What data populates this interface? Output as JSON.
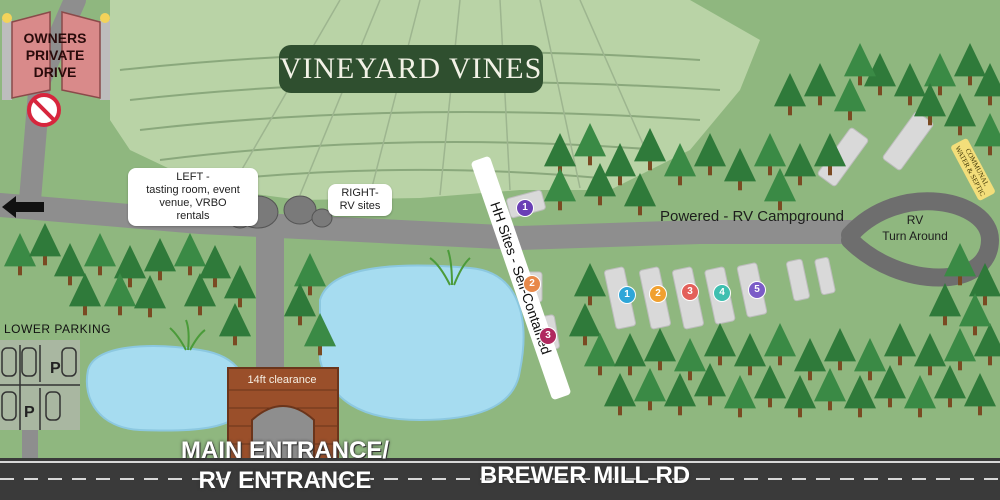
{
  "map": {
    "title": "VINEYARD VINES",
    "owners_sign": [
      "OWNERS",
      "PRIVATE",
      "DRIVE"
    ],
    "left_note": [
      "LEFT -",
      "tasting room, event",
      "venue, VRBO",
      "rentals"
    ],
    "right_note": [
      "RIGHT-",
      "RV sites"
    ],
    "hh_sites": "HH Sites - Self-Contained",
    "campground": "Powered - RV Campground",
    "turn_around": [
      "RV",
      "Turn Around"
    ],
    "communal": [
      "COMMUNAL",
      "WATER & SEPTIC"
    ],
    "lower_parking": "LOWER PARKING",
    "parking_letter": "P",
    "clearance": "14ft clearance",
    "main_entrance": [
      "MAIN ENTRANCE/",
      "RV ENTRANCE"
    ],
    "road_name": "BREWER MILL RD",
    "hh_site_numbers": [
      {
        "num": "1",
        "color": "#6a3fb5"
      },
      {
        "num": "2",
        "color": "#e8894a"
      },
      {
        "num": "3",
        "color": "#b0295f"
      }
    ],
    "rv_site_numbers": [
      {
        "num": "1",
        "color": "#2fa6d8"
      },
      {
        "num": "2",
        "color": "#f0a030"
      },
      {
        "num": "3",
        "color": "#e3605a"
      },
      {
        "num": "4",
        "color": "#3fbfb0"
      },
      {
        "num": "5",
        "color": "#7b5cc7"
      }
    ],
    "colors": {
      "grass": "#8fb77f",
      "vineyard": "#b9d3a6",
      "gravel": "#8e8e8e",
      "water": "#a6dcf0",
      "tree": "#2f7a3a",
      "trunk": "#7a4a22",
      "brick": "#9a4f2a",
      "road": "#3a3a3a"
    }
  }
}
